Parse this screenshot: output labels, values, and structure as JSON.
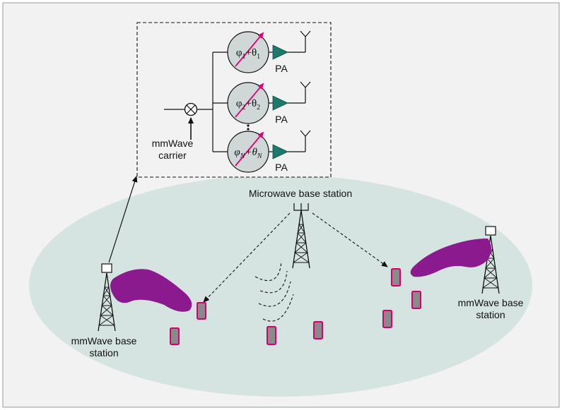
{
  "phase_shifters": [
    {
      "phi": "φ",
      "phi_sub": "1",
      "theta": "θ",
      "theta_sub": "1",
      "plus": "+"
    },
    {
      "phi": "φ",
      "phi_sub": "2",
      "theta": "θ",
      "theta_sub": "2",
      "plus": "+"
    },
    {
      "phi": "φ",
      "phi_sub": "N",
      "theta": "θ",
      "theta_sub": "N",
      "plus": "+"
    }
  ],
  "pa_label": "PA",
  "carrier_label_line1": "mmWave",
  "carrier_label_line2": "carrier",
  "microwave_station_label": "Microwave base station",
  "left_station_label_line1": "mmWave base",
  "left_station_label_line2": "station",
  "right_station_label_line1": "mmWave base",
  "right_station_label_line2": "station",
  "colors": {
    "background_panel": "#f2f2f2",
    "cell_ellipse": "#d5e4e0",
    "phase_shifter_fill": "#cfd8d6",
    "amplifier_fill": "#1b7a6b",
    "arrow_magenta": "#e0007a",
    "beam_purple": "#8c1a8f",
    "device_gray": "#8a8a8a",
    "device_border": "#d4006e"
  }
}
